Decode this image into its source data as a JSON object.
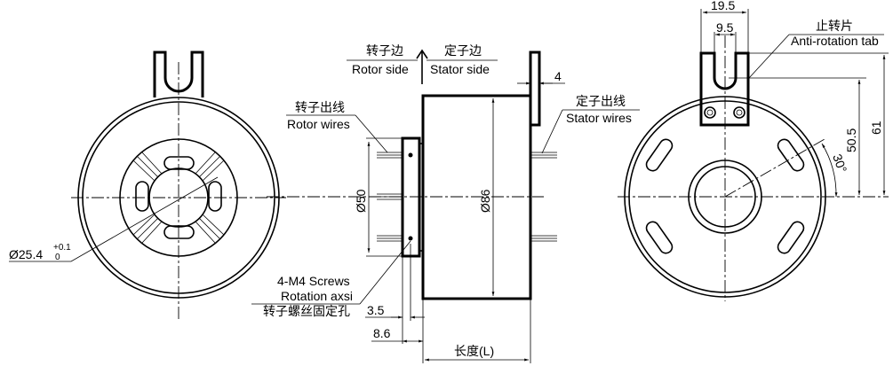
{
  "left_view": {
    "bore_dim": "Ø25.4",
    "tol_upper": "+0.1",
    "tol_lower": "0"
  },
  "side_view": {
    "rotor_side_cn": "转子边",
    "rotor_side_en": "Rotor side",
    "stator_side_cn": "定子边",
    "stator_side_en": "Stator side",
    "rotor_wires_cn": "转子出线",
    "rotor_wires_en": "Rotor wires",
    "stator_wires_cn": "定子出线",
    "stator_wires_en": "Stator wires",
    "screws_en_1": "4-M4 Screws",
    "screws_en_2": "Rotation axsi",
    "screws_cn": "转子螺丝固定孔",
    "dim_tab_thickness": "4",
    "dim_flange_dia": "Ø50",
    "dim_body_dia": "Ø86",
    "dim_3_5": "3.5",
    "dim_8_6": "8.6",
    "dim_length": "长度(L)"
  },
  "right_view": {
    "dim_tab_width": "19.5",
    "dim_slot_width": "9.5",
    "tab_cn": "止转片",
    "tab_en": "Anti-rotation tab",
    "dim_50_5": "50.5",
    "dim_61": "61",
    "angle": "30°"
  }
}
